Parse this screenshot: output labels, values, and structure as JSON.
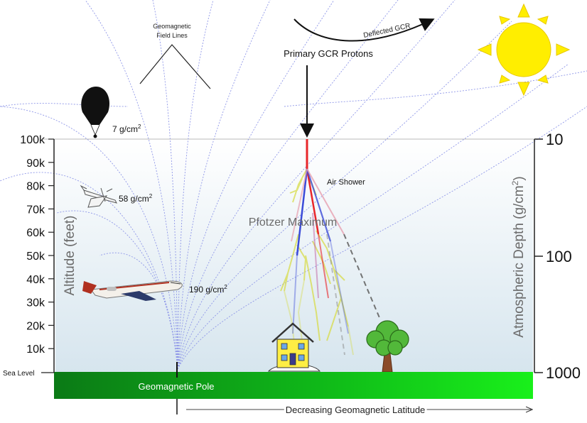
{
  "labels": {
    "field_lines": [
      "Geomagnetic",
      "Field Lines"
    ],
    "deflected": "Deflected GCR",
    "primary": "Primary GCR Protons",
    "air_shower": "Air Shower",
    "pfotzer": "Pfotzer Maximum",
    "balloon_depth": "7 g/cm",
    "plane_depth": "58 g/cm",
    "jet_depth": "190 g/cm",
    "exp": "2",
    "sea_level": "Sea Level",
    "pole": "Geomagnetic Pole",
    "latitude": "Decreasing Geomagnetic Latitude"
  },
  "left_axis": {
    "title": "Altitude (feet)",
    "ticks": [
      "100k",
      "90k",
      "80k",
      "70k",
      "60k",
      "50k",
      "40k",
      "30k",
      "20k",
      "10k"
    ]
  },
  "right_axis": {
    "title_main": "Atmospheric Depth (g/cm",
    "title_exp": "2",
    "title_close": ")",
    "ticks": [
      "10",
      "100",
      "1000"
    ]
  },
  "colors": {
    "sky_top": "#ffffff",
    "sky_bottom": "#dbe8f0",
    "ground_dark": "#0b7a16",
    "ground_light": "#19f01b",
    "sun": "#ffee00",
    "field_line": "#8f97e8",
    "shower_red": "#e8262a",
    "shower_blue": "#3b4bd8",
    "shower_yellow": "#d8dc4a"
  }
}
